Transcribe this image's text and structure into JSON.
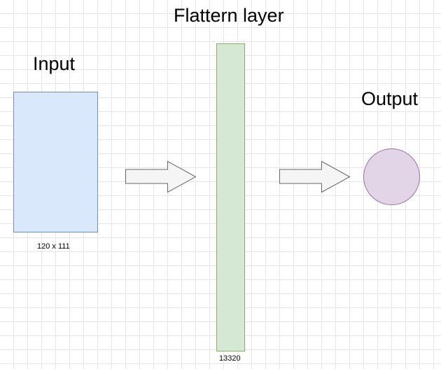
{
  "diagram": {
    "input": {
      "title": "Input",
      "caption": "120 x 111",
      "fill": "#dae8fc",
      "stroke": "#6c8ebf"
    },
    "flatten": {
      "title": "Flattern layer",
      "caption": "13320",
      "fill": "#d5e8d4",
      "stroke": "#82b366"
    },
    "output": {
      "title": "Output",
      "fill": "#e1d5e7",
      "stroke": "#9673a6"
    },
    "arrow": {
      "fill": "#f5f5f5",
      "stroke": "#666666"
    }
  }
}
